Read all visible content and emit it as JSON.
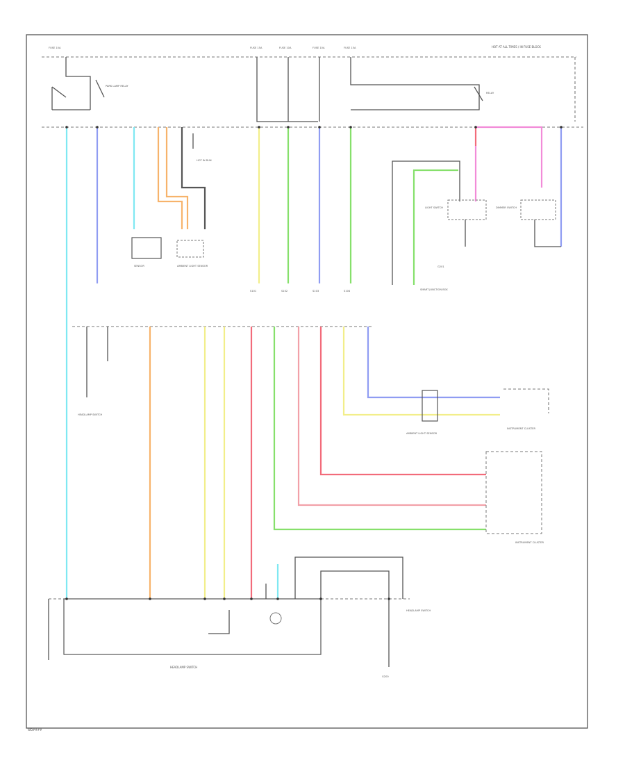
{
  "diagram": {
    "footer_code": "WD####",
    "header_note": "HOT AT ALL TIMES / IN FUSE BLOCK",
    "main_switch_label": "HEADLAMP SWITCH",
    "ground_label": "G200",
    "modules": {
      "left_relay": "PARK LAMP RELAY",
      "sensor_left": "SENSOR",
      "sensor_right": "AMBIENT LIGHT SENSOR",
      "right_switch_a": "LIGHT SWITCH",
      "right_switch_b": "DIMMER SWITCH",
      "instrument_cluster": "INSTRUMENT CLUSTER",
      "cluster_lower": "INSTRUMENT CLUSTER",
      "connector_middle": "AMBIENT LIGHT SENSOR",
      "ground_note": "HEADLAMP SWITCH"
    },
    "wire_colors": {
      "cyan": "#7fe8f2",
      "blue": "#8f9cf2",
      "orange": "#f7b36b",
      "yellow": "#f2ee8a",
      "green": "#86e06b",
      "red": "#f26b7a",
      "pink": "#f28bd8",
      "gray": "#555555"
    }
  }
}
